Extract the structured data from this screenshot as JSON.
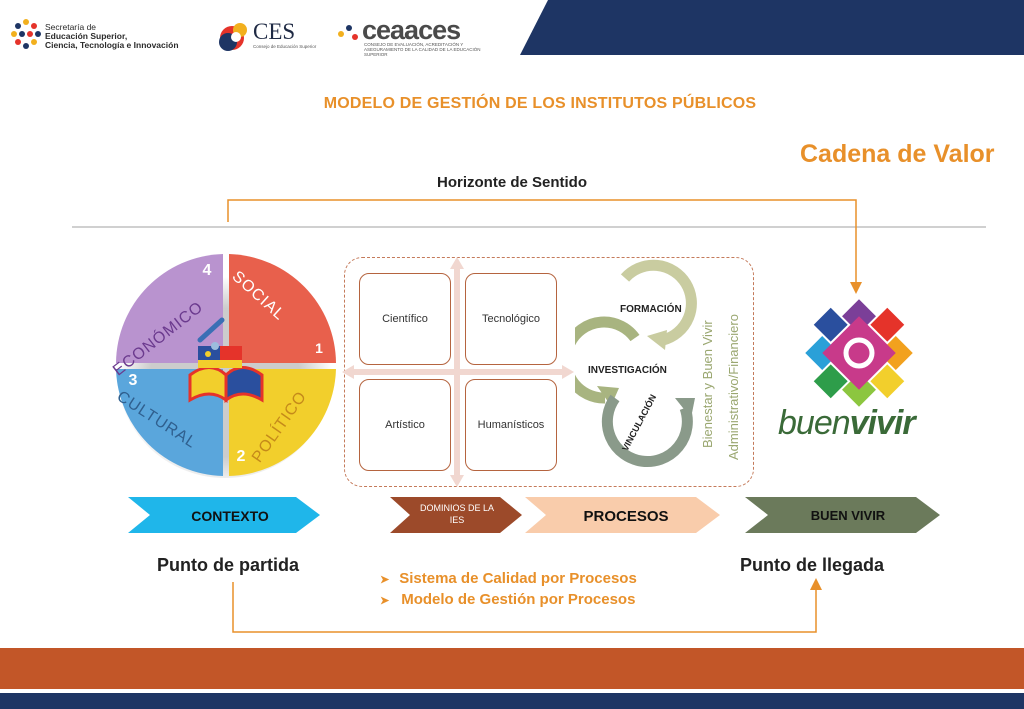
{
  "header": {
    "senescyt_lines": [
      "Secretaría de",
      "Educación Superior,",
      "Ciencia, Tecnología e Innovación"
    ],
    "ces_name": "CES",
    "ces_sub": "Consejo de Educación Superior",
    "ceaaces_name": "ceaaces",
    "ceaaces_sub": "CONSEJO DE EVALUACIÓN, ACREDITACIÓN Y ASEGURAMIENTO DE LA CALIDAD DE LA EDUCACIÓN SUPERIOR"
  },
  "title": "MODELO DE GESTIÓN DE LOS INSTITUTOS PÚBLICOS",
  "cadena": "Cadena de Valor",
  "horizonte": "Horizonte de Sentido",
  "colors": {
    "orange": "#e8902a",
    "rust": "#c25628",
    "navy": "#1e3564",
    "social": "#e8604c",
    "politico": "#f2cf2c",
    "cultural": "#5aa6dc",
    "economico": "#b993cf"
  },
  "wheel": {
    "quadrants": [
      {
        "label": "SOCIAL",
        "number": "1"
      },
      {
        "label": "POLÍTICO",
        "number": "2"
      },
      {
        "label": "CULTURAL",
        "number": "3"
      },
      {
        "label": "ECONÓMICO",
        "number": "4"
      }
    ]
  },
  "dominios": {
    "boxes": [
      "Científico",
      "Tecnológico",
      "Artístico",
      "Humanísticos"
    ]
  },
  "procesos": {
    "cycle": [
      "FORMACIÓN",
      "INVESTIGACIÓN",
      "VINCULACIÓN"
    ],
    "side_labels": [
      "Bienestar y Buen Vivir",
      "Administrativo/Financiero"
    ]
  },
  "buenvivir_logo": {
    "word1": "buen",
    "word2": "vivir"
  },
  "bands": {
    "contexto": "CONTEXTO",
    "dominios": "DOMINIOS DE LA IES",
    "procesos": "PROCESOS",
    "buenvivir": "BUEN VIVIR"
  },
  "punto_partida": "Punto de partida",
  "punto_llegada": "Punto de llegada",
  "bullets": [
    "Sistema de Calidad por Procesos",
    "Modelo de Gestión por Procesos"
  ]
}
